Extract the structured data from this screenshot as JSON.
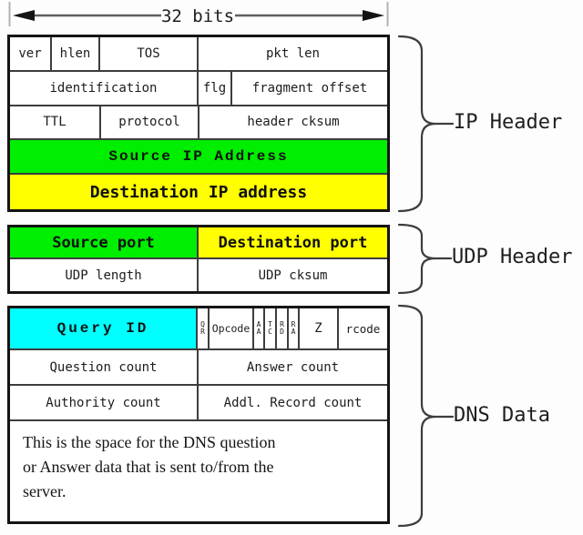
{
  "arrow": {
    "label": "32 bits"
  },
  "colors": {
    "green": "#00ee00",
    "yellow": "#ffff00",
    "cyan": "#00ffff"
  },
  "ip": {
    "brace_label": "IP Header",
    "ver": "ver",
    "hlen": "hlen",
    "tos": "TOS",
    "pkt_len": "pkt len",
    "identification": "identification",
    "flg": "flg",
    "fragment_offset": "fragment offset",
    "ttl": "TTL",
    "protocol": "protocol",
    "header_cksum": "header cksum",
    "source_ip": "Source IP Address",
    "destination_ip": "Destination IP address"
  },
  "udp": {
    "brace_label": "UDP Header",
    "source_port": "Source port",
    "destination_port": "Destination port",
    "udp_length": "UDP length",
    "udp_cksum": "UDP cksum"
  },
  "dns": {
    "brace_label": "DNS Data",
    "query_id": "Query ID",
    "flags": {
      "qr_top": "Q",
      "qr_bottom": "R",
      "opcode": "Opcode",
      "aa_top": "A",
      "aa_bottom": "A",
      "tc_top": "T",
      "tc_bottom": "C",
      "rd_top": "R",
      "rd_bottom": "D",
      "ra_top": "R",
      "ra_bottom": "A",
      "z": "Z",
      "rcode": "rcode"
    },
    "question_count": "Question count",
    "answer_count": "Answer count",
    "authority_count": "Authority count",
    "addl_record_count": "Addl. Record count",
    "data_text_lines": [
      "This is the space for the DNS question",
      "or Answer data that is sent to/from the",
      "server."
    ]
  }
}
